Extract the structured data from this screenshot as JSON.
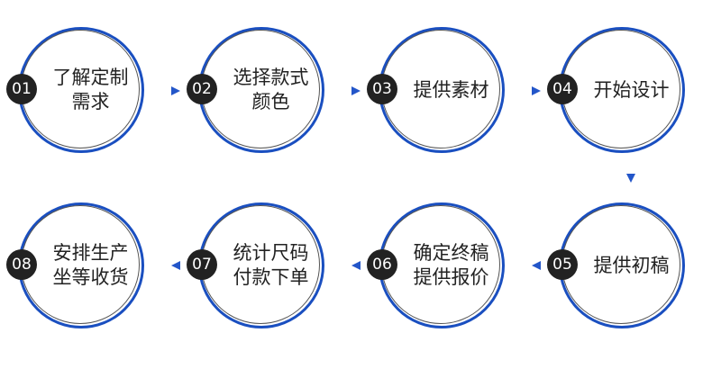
{
  "steps": [
    {
      "num": "01",
      "lines": [
        "了解定制",
        "需求"
      ]
    },
    {
      "num": "02",
      "lines": [
        "选择款式",
        "颜色"
      ]
    },
    {
      "num": "03",
      "lines": [
        "提供素材"
      ]
    },
    {
      "num": "04",
      "lines": [
        "开始设计"
      ]
    },
    {
      "num": "05",
      "lines": [
        "提供初稿"
      ]
    },
    {
      "num": "06",
      "lines": [
        "确定终稿",
        "提供报价"
      ]
    },
    {
      "num": "07",
      "lines": [
        "统计尺码",
        "付款下单"
      ]
    },
    {
      "num": "08",
      "lines": [
        "安排生产",
        "坐等收货"
      ]
    }
  ],
  "colors": {
    "ring": "#1a4fc0",
    "badge": "#222222",
    "arrow": "#2356c9"
  }
}
